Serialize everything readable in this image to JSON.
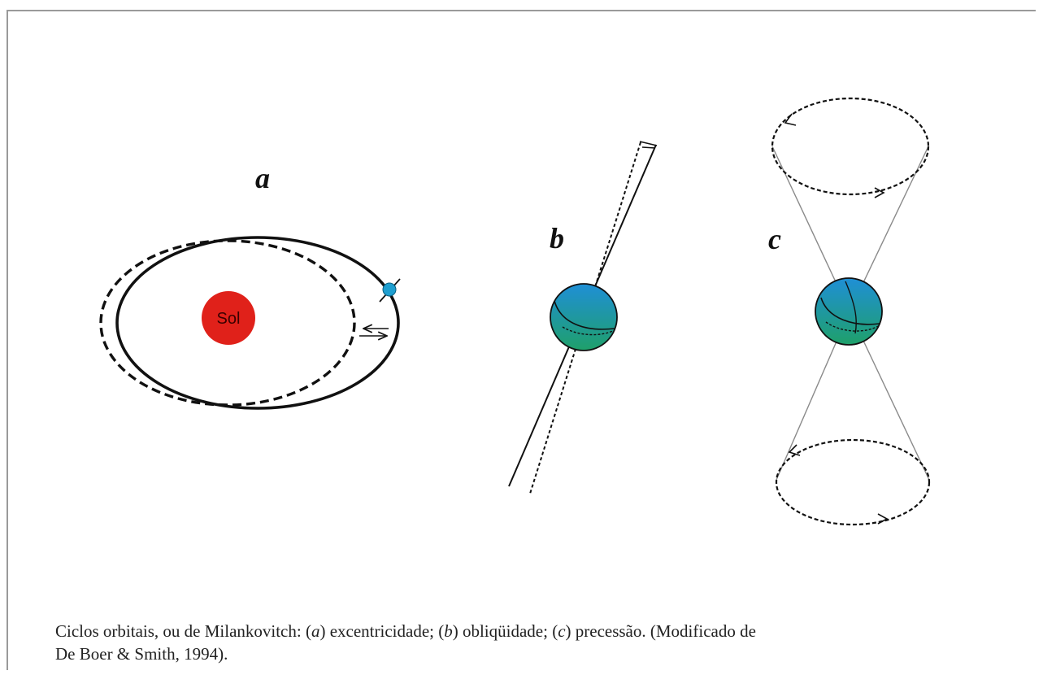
{
  "panels": {
    "a": {
      "label": "a",
      "sun_label": "Sol"
    },
    "b": {
      "label": "b"
    },
    "c": {
      "label": "c"
    }
  },
  "caption": {
    "line1_pre": "Ciclos orbitais, ou de Milankovitch: (",
    "a": "a",
    "line1_mid1": ") excentricidade; (",
    "b": "b",
    "line1_mid2": ") obliqüidade; (",
    "c": "c",
    "line1_post": ") precessão. (Modificado de",
    "line2": "De Boer & Smith, 1994)."
  },
  "colors": {
    "sun": "#e0211a",
    "earth_top": "#1f8fd6",
    "earth_bottom": "#1fa06a",
    "planet": "#1f9fd0"
  }
}
